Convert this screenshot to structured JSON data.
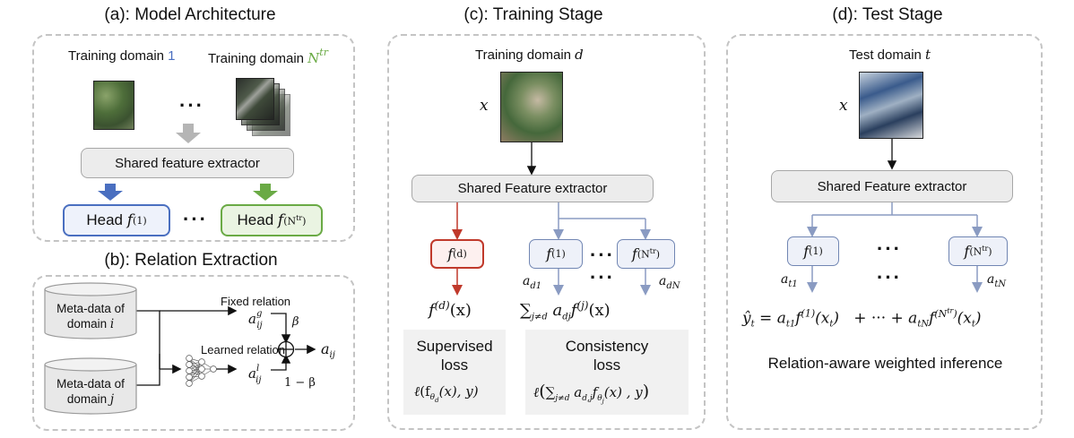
{
  "panel_a": {
    "title": "(a): Model Architecture",
    "domain_label_prefix": "Training domain",
    "domain_first_index": "1",
    "domain_last_N": "N",
    "domain_last_sup": "tr",
    "dots": "···",
    "extractor": "Shared feature extractor",
    "head_label": "Head",
    "head_first_f": "f",
    "head_first_sup": "(1)",
    "head_last_f": "f",
    "head_last_sup_open": "(N",
    "head_last_sup_tr": "tr",
    "head_last_sup_close": ")"
  },
  "panel_b": {
    "title": "(b): Relation Extraction",
    "meta_i_line1": "Meta-data of",
    "meta_i_line2_word": "domain",
    "meta_i_var": "i",
    "meta_j_line1": "Meta-data of",
    "meta_j_line2_word": "domain",
    "meta_j_var": "j",
    "fixed_relation": "Fixed relation",
    "learned_relation": "Learned relation",
    "a_g_base": "a",
    "a_g_sup": "g",
    "a_g_sub": "ij",
    "a_l_base": "a",
    "a_l_sup": "l",
    "a_l_sub": "ij",
    "beta": "β",
    "one_minus_beta": "1 − β",
    "a_out_base": "a",
    "a_out_sub": "ij",
    "plus_symbol": "+"
  },
  "panel_c": {
    "title": "(c): Training Stage",
    "domain_label": "Training domain",
    "domain_var": "d",
    "x_label": "x",
    "extractor": "Shared Feature extractor",
    "f_d": "f",
    "f_d_sup": "(d)",
    "f_1": "f",
    "f_1_sup": "(1)",
    "f_N": "f",
    "f_N_sup": "(N",
    "f_N_sup_tr": "tr",
    "f_N_sup_close": ")",
    "dots": "···",
    "a_d1_base": "a",
    "a_d1_sub": "d1",
    "a_dN_base": "a",
    "a_dN_sub": "dN",
    "out_supervised_f": "f",
    "out_supervised_sup": "(d)",
    "out_supervised_arg": "(x)",
    "out_consistency_sum": "∑",
    "out_consistency_sub": "j≠d",
    "out_consistency_body_a": "a",
    "out_consistency_body_sub": "dj",
    "out_consistency_body_f": "f",
    "out_consistency_body_sup": "(j)",
    "out_consistency_body_arg": "(x)",
    "supervised_line1": "Supervised",
    "supervised_line2": "loss",
    "consistency_line1": "Consistency",
    "consistency_line2": "loss",
    "loss_supervised_ell": "ℓ",
    "loss_supervised_open": "(f",
    "loss_supervised_sub_theta": "θ",
    "loss_supervised_sub_d": "d",
    "loss_supervised_rest": "(x), y)",
    "loss_consistency_ell": "ℓ",
    "loss_consistency_open": "(",
    "loss_consistency_sum": "∑",
    "loss_consistency_sum_sub": "j≠d",
    "loss_consistency_a": "a",
    "loss_consistency_a_sub": "d,j",
    "loss_consistency_f": "f",
    "loss_consistency_f_sub_theta": "θ",
    "loss_consistency_f_sub_j": "j",
    "loss_consistency_rest": "(x) , y",
    "loss_consistency_close": ")"
  },
  "panel_d": {
    "title": "(d): Test Stage",
    "domain_label": "Test domain",
    "domain_var": "t",
    "x_label": "x",
    "extractor": "Shared Feature extractor",
    "f_1": "f",
    "f_1_sup": "(1)",
    "f_N": "f",
    "f_N_sup": "(N",
    "f_N_sup_tr": "tr",
    "f_N_sup_close": ")",
    "dots": "···",
    "a_t1_base": "a",
    "a_t1_sub": "t1",
    "a_tN_base": "a",
    "a_tN_sub": "tN",
    "eq_y": "ŷ",
    "eq_y_sub": "t",
    "eq_eq": " = ",
    "eq_a1": "a",
    "eq_a1_sub": "t1",
    "eq_f1": "f",
    "eq_f1_sup": "(1)",
    "eq_f1_arg": "(x",
    "eq_f1_arg_sub": "t",
    "eq_f1_arg_close": ")",
    "eq_mid": "+ ··· +",
    "eq_aN": "a",
    "eq_aN_sub": "tN",
    "eq_fN": "f",
    "eq_fN_sup": "(N",
    "eq_fN_sup_tr": "tr",
    "eq_fN_sup_close": ")",
    "eq_fN_arg": "(x",
    "eq_fN_arg_sub": "t",
    "eq_fN_arg_close": ")",
    "caption": "Relation-aware weighted inference"
  },
  "colors": {
    "blue": "#4a6fc0",
    "green": "#6aaa45",
    "red": "#c0392b",
    "gray_arrow": "#b5b5b5",
    "connector": "#8a9bc2",
    "dashed_border": "#c4c4c4"
  }
}
